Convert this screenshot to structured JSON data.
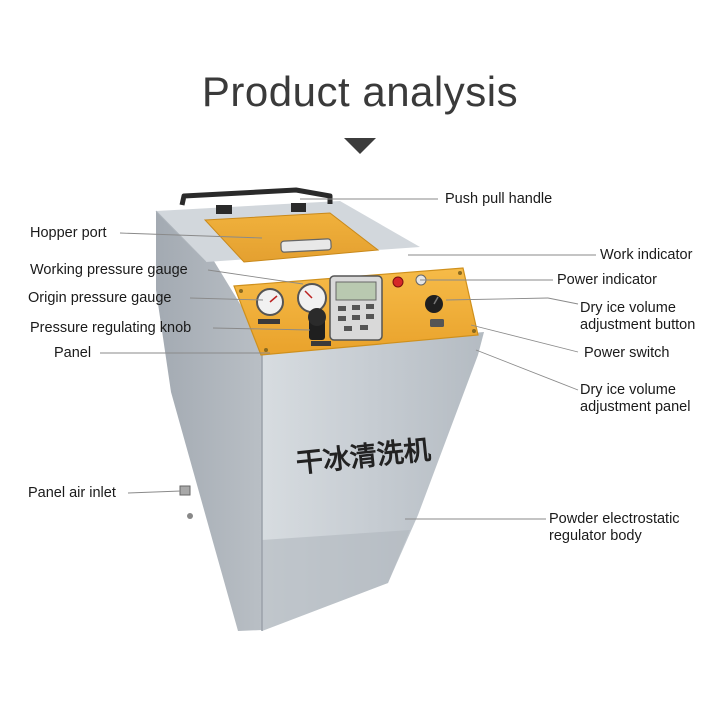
{
  "title": "Product analysis",
  "brand_text": "干冰清洗机",
  "colors": {
    "body_light": "#cfd4d9",
    "body_mid": "#aab1b8",
    "body_dark": "#8a9098",
    "panel_orange": "#f3b038",
    "panel_edge": "#d99a20",
    "knob": "#222222",
    "leader": "#8a8a8a"
  },
  "labels": {
    "push_pull_handle": "Push pull handle",
    "hopper_port": "Hopper port",
    "work_indicator": "Work indicator",
    "working_pressure_gauge": "Working pressure gauge",
    "power_indicator": "Power indicator",
    "origin_pressure_gauge": "Origin pressure gauge",
    "dry_ice_volume_button_1": "Dry ice volume",
    "dry_ice_volume_button_2": "adjustment button",
    "pressure_regulating_knob": "Pressure regulating knob",
    "power_switch": "Power switch",
    "panel": "Panel",
    "dry_ice_volume_panel_1": "Dry ice volume",
    "dry_ice_volume_panel_2": "adjustment panel",
    "panel_air_inlet": "Panel air inlet",
    "powder_body_1": "Powder electrostatic",
    "powder_body_2": "regulator body"
  }
}
